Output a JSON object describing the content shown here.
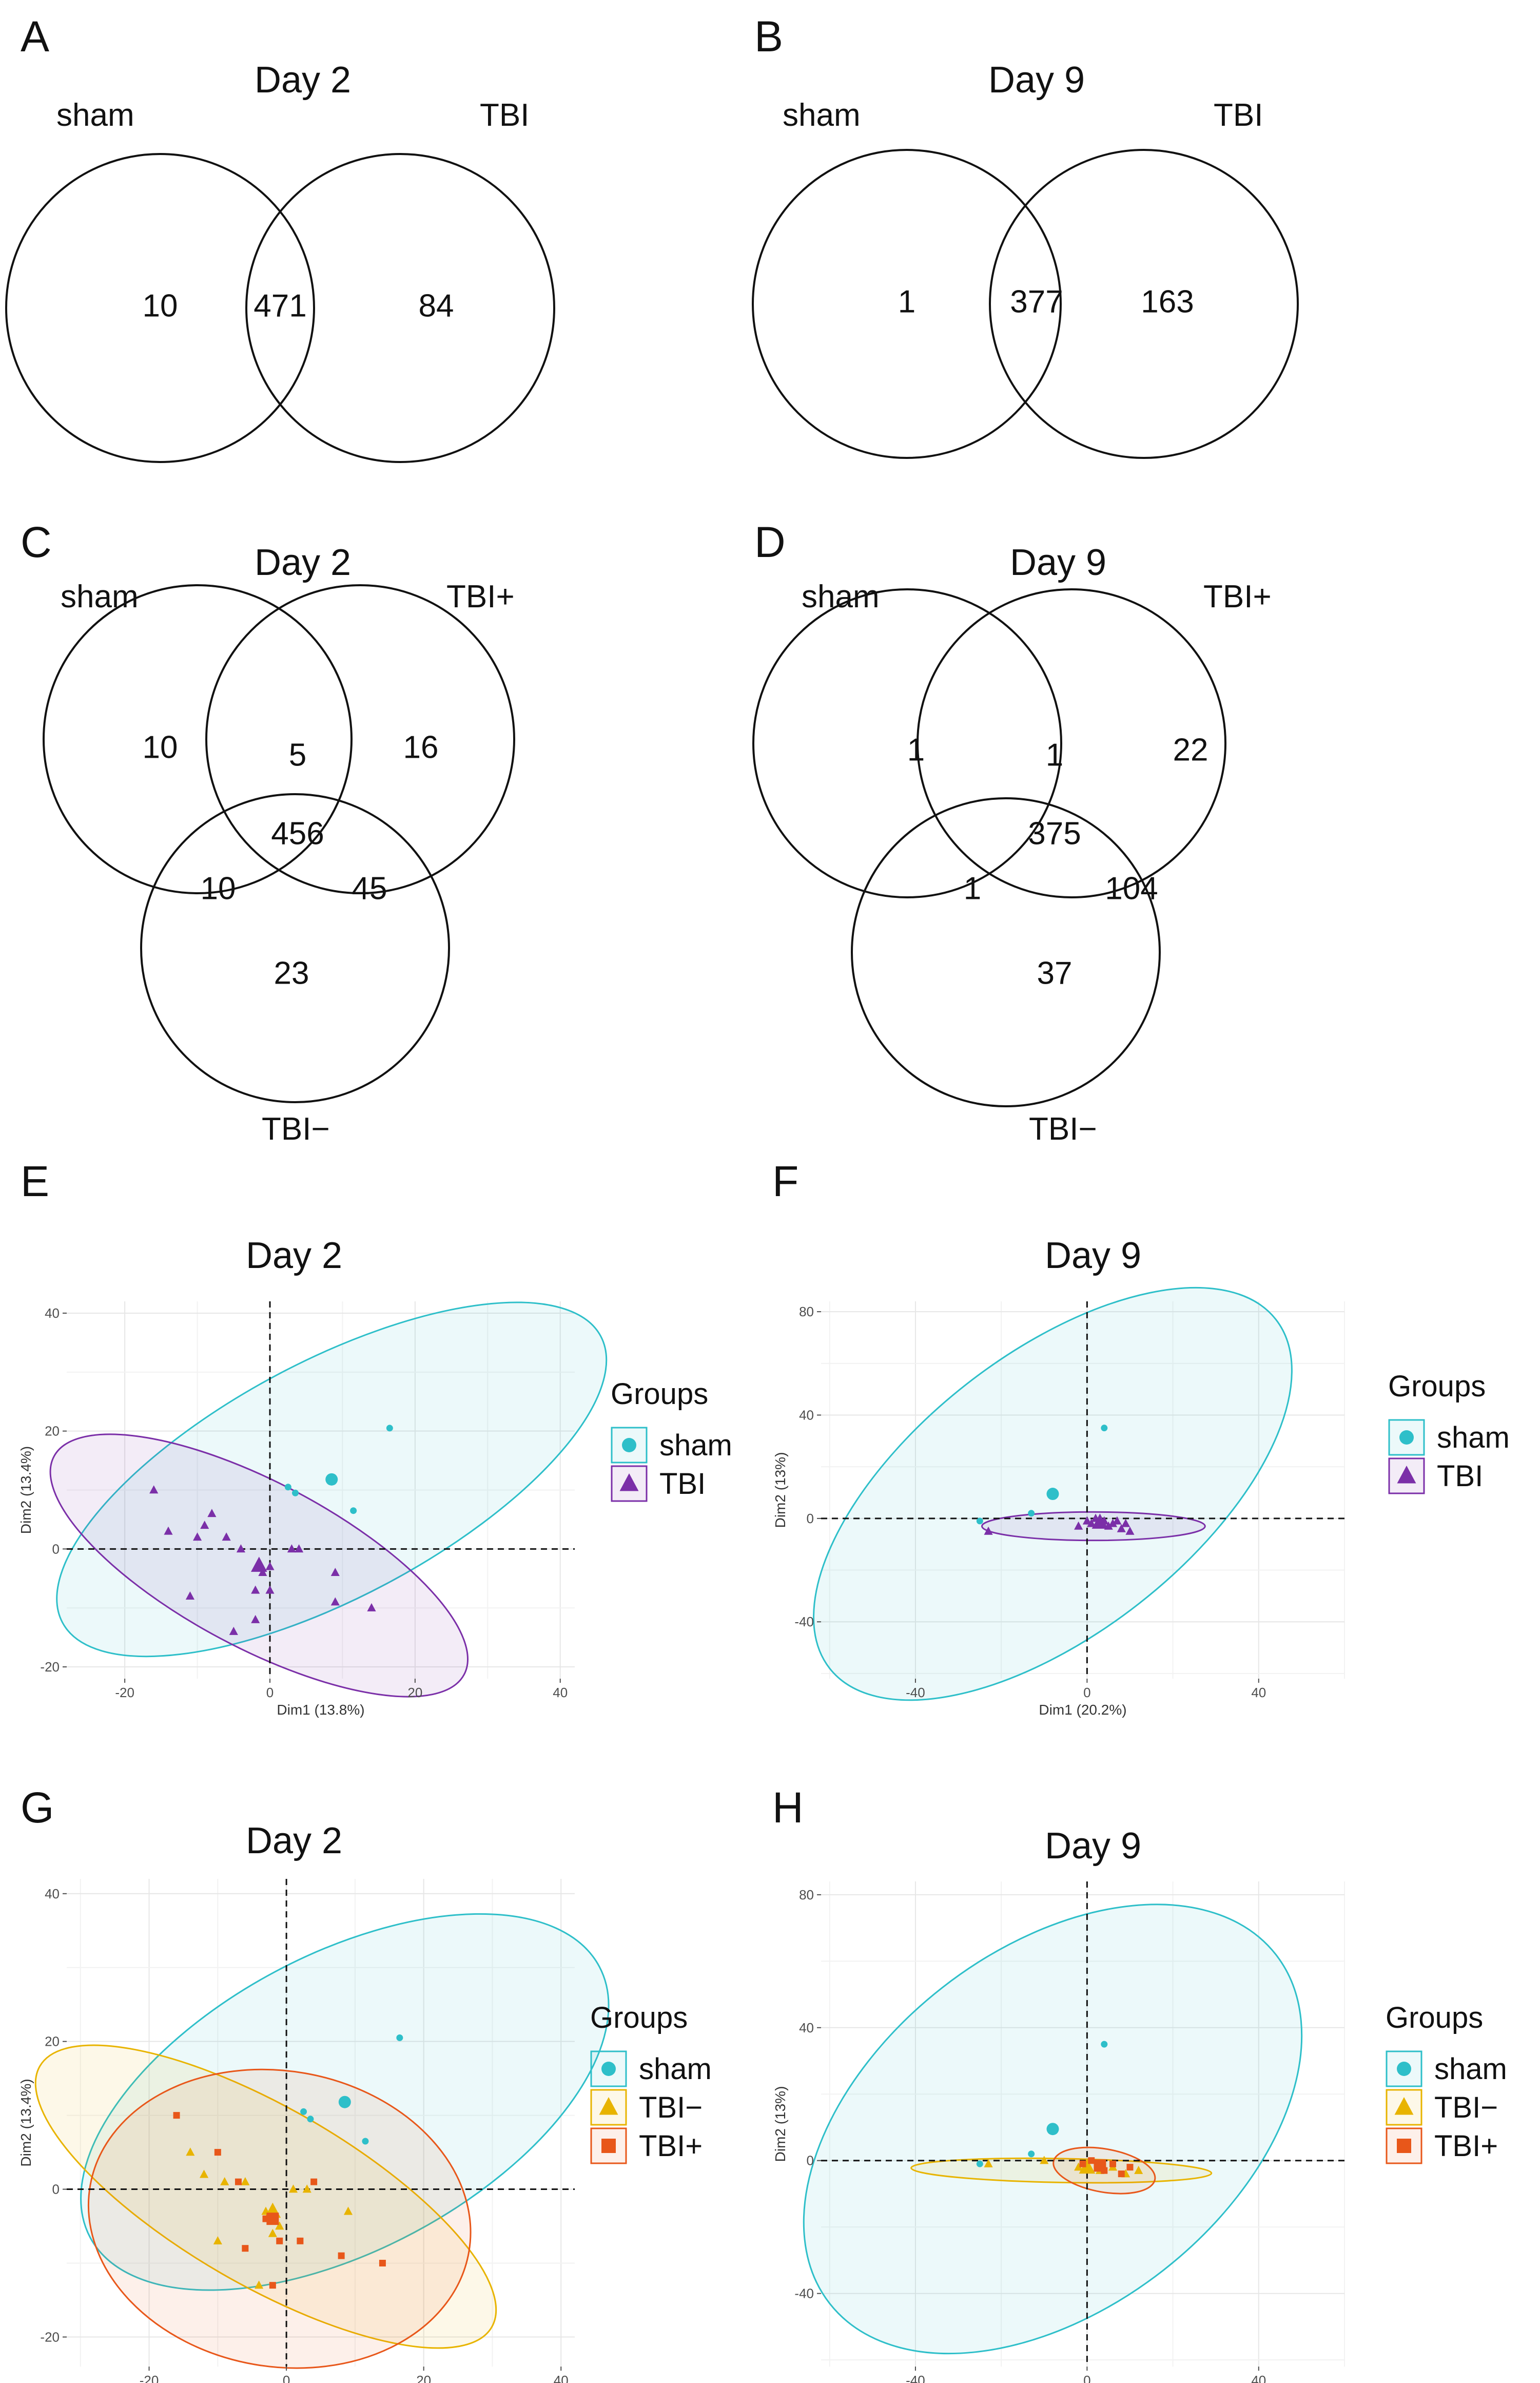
{
  "colors": {
    "sham": "#2EBFC9",
    "TBI": "#7B2FA8",
    "TBI−": "#E8B400",
    "TBI+": "#E8571A"
  },
  "chart_data": [
    {
      "panel": "A",
      "type": "venn",
      "title": "Day 2",
      "sets": [
        "sham",
        "TBI"
      ],
      "regions": [
        {
          "sets": [
            "sham"
          ],
          "value": "10"
        },
        {
          "sets": [
            "sham",
            "TBI"
          ],
          "value": "471"
        },
        {
          "sets": [
            "TBI"
          ],
          "value": "84"
        }
      ]
    },
    {
      "panel": "B",
      "type": "venn",
      "title": "Day 9",
      "sets": [
        "sham",
        "TBI"
      ],
      "regions": [
        {
          "sets": [
            "sham"
          ],
          "value": "1"
        },
        {
          "sets": [
            "sham",
            "TBI"
          ],
          "value": "377"
        },
        {
          "sets": [
            "TBI"
          ],
          "value": "163"
        }
      ]
    },
    {
      "panel": "C",
      "type": "venn",
      "title": "Day 2",
      "sets": [
        "sham",
        "TBI+",
        "TBI−"
      ],
      "regions": [
        {
          "sets": [
            "sham"
          ],
          "value": "10"
        },
        {
          "sets": [
            "sham",
            "TBI+"
          ],
          "value": "5"
        },
        {
          "sets": [
            "TBI+"
          ],
          "value": "16"
        },
        {
          "sets": [
            "sham",
            "TBI+",
            "TBI−"
          ],
          "value": "456"
        },
        {
          "sets": [
            "sham",
            "TBI−"
          ],
          "value": "10"
        },
        {
          "sets": [
            "TBI+",
            "TBI−"
          ],
          "value": "45"
        },
        {
          "sets": [
            "TBI−"
          ],
          "value": "23"
        }
      ]
    },
    {
      "panel": "D",
      "type": "venn",
      "title": "Day 9",
      "sets": [
        "sham",
        "TBI+",
        "TBI−"
      ],
      "regions": [
        {
          "sets": [
            "sham"
          ],
          "value": "1"
        },
        {
          "sets": [
            "sham",
            "TBI+"
          ],
          "value": "1"
        },
        {
          "sets": [
            "TBI+"
          ],
          "value": "22"
        },
        {
          "sets": [
            "sham",
            "TBI+",
            "TBI−"
          ],
          "value": "375"
        },
        {
          "sets": [
            "sham",
            "TBI−"
          ],
          "value": "1"
        },
        {
          "sets": [
            "TBI+",
            "TBI−"
          ],
          "value": "104"
        },
        {
          "sets": [
            "TBI−"
          ],
          "value": "37"
        }
      ]
    },
    {
      "panel": "E",
      "type": "scatter",
      "title": "Day 2",
      "xlabel": "Dim1 (13.8%)",
      "ylabel": "Dim2 (13.4%)",
      "xlim": [
        -28,
        42
      ],
      "ylim": [
        -22,
        42
      ],
      "xticks": [
        -20,
        0,
        20,
        40
      ],
      "yticks": [
        -20,
        0,
        20,
        40
      ],
      "grid": true,
      "legend_title": "Groups",
      "legend_position": "right",
      "series": [
        {
          "name": "sham",
          "shape": "circle",
          "points": [
            [
              16.5,
              20.5
            ],
            [
              11.5,
              6.5
            ],
            [
              2.5,
              10.5
            ],
            [
              3.5,
              9.5
            ]
          ],
          "centroid": [
            8.5,
            11.8
          ],
          "ellipse": {
            "center": [
              8.5,
              11.8
            ],
            "rx": 42,
            "ry": 20,
            "angle_deg": 28
          }
        },
        {
          "name": "TBI",
          "shape": "triangle",
          "points": [
            [
              -16,
              10
            ],
            [
              -14,
              3
            ],
            [
              -10,
              2
            ],
            [
              -9,
              4
            ],
            [
              -8,
              6
            ],
            [
              -6,
              2
            ],
            [
              -4,
              0
            ],
            [
              -2,
              -7
            ],
            [
              -2,
              -12
            ],
            [
              -1,
              -4
            ],
            [
              0,
              -7
            ],
            [
              0,
              -3
            ],
            [
              3,
              0
            ],
            [
              4,
              0
            ],
            [
              9,
              -4
            ],
            [
              9,
              -9
            ],
            [
              14,
              -10
            ],
            [
              -11,
              -8
            ],
            [
              -5,
              -14
            ]
          ],
          "centroid": [
            -1.5,
            -2.8
          ],
          "ellipse": {
            "center": [
              -1.5,
              -2.8
            ],
            "rx": 32,
            "ry": 14,
            "angle_deg": -28
          }
        }
      ]
    },
    {
      "panel": "F",
      "type": "scatter",
      "title": "Day 9",
      "xlabel": "Dim1 (20.2%)",
      "ylabel": "Dim2 (13%)",
      "xlim": [
        -62,
        60
      ],
      "ylim": [
        -62,
        84
      ],
      "xticks": [
        -40,
        0,
        40
      ],
      "yticks": [
        -40,
        0,
        40,
        80
      ],
      "grid": true,
      "legend_title": "Groups",
      "legend_position": "right",
      "series": [
        {
          "name": "sham",
          "shape": "circle",
          "points": [
            [
              4,
              35
            ],
            [
              -13,
              2
            ],
            [
              -25,
              -1
            ]
          ],
          "centroid": [
            -8,
            9.5
          ],
          "ellipse": {
            "center": [
              -8,
              9.5
            ],
            "rx": 66,
            "ry": 54,
            "angle_deg": 38
          }
        },
        {
          "name": "TBI",
          "shape": "triangle",
          "points": [
            [
              0,
              -1
            ],
            [
              1,
              -2
            ],
            [
              2,
              0
            ],
            [
              3,
              -2
            ],
            [
              4,
              -1
            ],
            [
              5,
              -3
            ],
            [
              6,
              -2
            ],
            [
              7,
              -1
            ],
            [
              8,
              -4
            ],
            [
              9,
              -2
            ],
            [
              10,
              -5
            ],
            [
              -2,
              -3
            ],
            [
              -23,
              -5
            ]
          ],
          "centroid": [
            3,
            -1.5
          ],
          "ellipse": {
            "center": [
              1.5,
              -3
            ],
            "rx": 26,
            "ry": 5.5,
            "angle_deg": 0
          }
        }
      ]
    },
    {
      "panel": "G",
      "type": "scatter",
      "title": "Day 2",
      "xlabel": "Dim1 (13.8%)",
      "ylabel": "Dim2 (13.4%)",
      "xlim": [
        -32,
        42
      ],
      "ylim": [
        -24,
        42
      ],
      "xticks": [
        -20,
        0,
        20,
        40
      ],
      "yticks": [
        -20,
        0,
        20,
        40
      ],
      "grid": true,
      "legend_title": "Groups",
      "legend_position": "right",
      "series": [
        {
          "name": "sham",
          "shape": "circle",
          "points": [
            [
              16.5,
              20.5
            ],
            [
              11.5,
              6.5
            ],
            [
              2.5,
              10.5
            ],
            [
              3.5,
              9.5
            ]
          ],
          "centroid": [
            8.5,
            11.8
          ],
          "ellipse": {
            "center": [
              8.5,
              11.8
            ],
            "rx": 42,
            "ry": 20,
            "angle_deg": 28
          }
        },
        {
          "name": "TBI−",
          "shape": "triangle",
          "points": [
            [
              -14,
              5
            ],
            [
              -12,
              2
            ],
            [
              -9,
              1
            ],
            [
              -6,
              1
            ],
            [
              -3,
              -3
            ],
            [
              -1,
              -5
            ],
            [
              1,
              0
            ],
            [
              3,
              0
            ],
            [
              9,
              -3
            ],
            [
              -10,
              -7
            ],
            [
              -4,
              -13
            ],
            [
              -2,
              -6
            ]
          ],
          "centroid": [
            -2,
            -3
          ],
          "ellipse": {
            "center": [
              -3,
              -1
            ],
            "rx": 38,
            "ry": 12,
            "angle_deg": -30
          }
        },
        {
          "name": "TBI+",
          "shape": "square",
          "points": [
            [
              -16,
              10
            ],
            [
              -10,
              5
            ],
            [
              -7,
              1
            ],
            [
              -3,
              -4
            ],
            [
              -1,
              -7
            ],
            [
              2,
              -7
            ],
            [
              4,
              1
            ],
            [
              8,
              -9
            ],
            [
              14,
              -10
            ],
            [
              -2,
              -13
            ],
            [
              -6,
              -8
            ]
          ],
          "centroid": [
            -2,
            -4
          ],
          "ellipse": {
            "center": [
              -1,
              -4
            ],
            "rx": 28,
            "ry": 20,
            "angle_deg": -10
          }
        }
      ]
    },
    {
      "panel": "H",
      "type": "scatter",
      "title": "Day 9",
      "xlabel": "Dim1 (20.2%)",
      "ylabel": "Dim2 (13%)",
      "xlim": [
        -62,
        60
      ],
      "ylim": [
        -62,
        84
      ],
      "xticks": [
        -40,
        0,
        40
      ],
      "yticks": [
        -40,
        0,
        40,
        80
      ],
      "grid": true,
      "legend_title": "Groups",
      "legend_position": "right",
      "series": [
        {
          "name": "sham",
          "shape": "circle",
          "points": [
            [
              4,
              35
            ],
            [
              -13,
              2
            ],
            [
              -25,
              -1
            ]
          ],
          "centroid": [
            -8,
            9.5
          ],
          "ellipse": {
            "center": [
              -8,
              9.5
            ],
            "rx": 66,
            "ry": 54,
            "angle_deg": 38
          }
        },
        {
          "name": "TBI−",
          "shape": "triangle",
          "points": [
            [
              -23,
              -1
            ],
            [
              -10,
              0
            ],
            [
              -2,
              -2
            ],
            [
              0,
              -1
            ],
            [
              3,
              -3
            ],
            [
              6,
              -2
            ],
            [
              9,
              -4
            ],
            [
              12,
              -3
            ]
          ],
          "centroid": [
            0,
            -2
          ],
          "ellipse": {
            "center": [
              -6,
              -3
            ],
            "rx": 35,
            "ry": 3.6,
            "angle_deg": -1
          }
        },
        {
          "name": "TBI+",
          "shape": "square",
          "points": [
            [
              -1,
              -1
            ],
            [
              1,
              0
            ],
            [
              3,
              -2
            ],
            [
              4,
              -3
            ],
            [
              6,
              -1
            ],
            [
              8,
              -4
            ],
            [
              10,
              -2
            ]
          ],
          "centroid": [
            3,
            -1.5
          ],
          "ellipse": {
            "center": [
              4,
              -3
            ],
            "rx": 12,
            "ry": 6.5,
            "angle_deg": -10
          }
        }
      ]
    }
  ]
}
